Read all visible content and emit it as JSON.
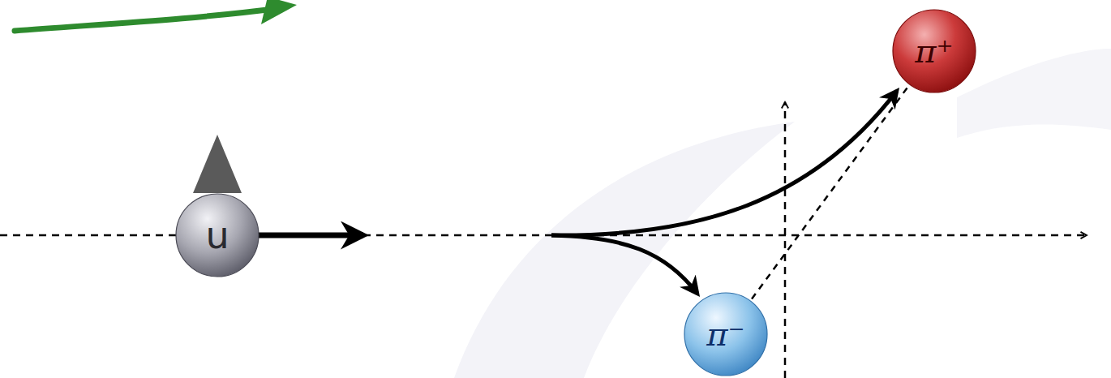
{
  "diagram": {
    "nodes": [
      {
        "text": [
          "u"
        ]
      },
      {
        "text": [
          "π⁺"
        ]
      },
      {
        "text": [
          "π⁻"
        ]
      }
    ],
    "edges": [
      {
        "from": 2,
        "to": 1,
        "arrow": "none"
      }
    ]
  }
}
